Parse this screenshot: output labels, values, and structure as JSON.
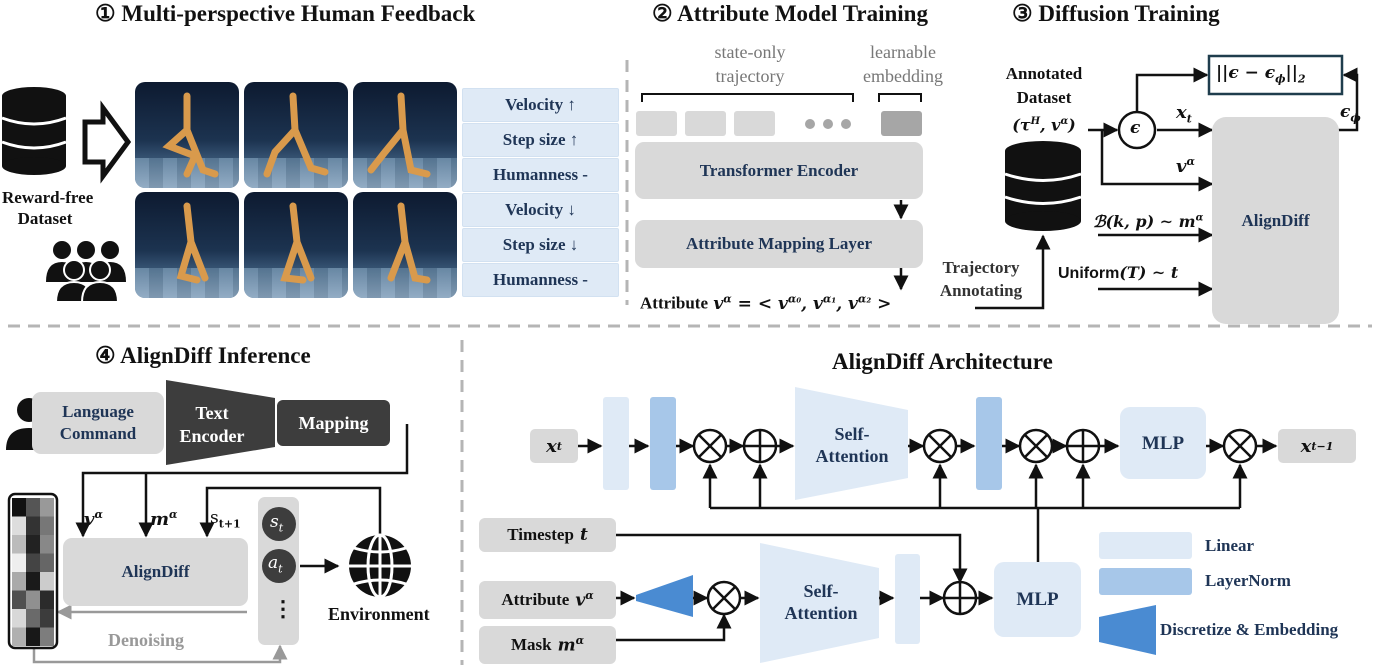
{
  "sections": {
    "s1": "① Multi-perspective Human Feedback",
    "s2": "② Attribute Model Training",
    "s3": "③ Diffusion Training",
    "s4": "④ AlignDiff Inference",
    "s5": "AlignDiff Architecture"
  },
  "feedback": {
    "dataset_label": [
      "Reward-free",
      "Dataset"
    ],
    "attributes": [
      "Velocity ↑",
      "Step size ↑",
      "Humanness -",
      "Velocity ↓",
      "Step size ↓",
      "Humanness -"
    ]
  },
  "attr_model": {
    "state_only": [
      "state-only",
      "trajectory"
    ],
    "learnable": [
      "learnable",
      "embedding"
    ],
    "encoder": "Transformer Encoder",
    "mapping": "Attribute Mapping Layer",
    "attribute_text": "Attribute"
  },
  "diffusion_training": {
    "dataset": [
      "Annotated",
      "Dataset"
    ],
    "trajectory_annotating": [
      "Trajectory",
      "Annotating"
    ],
    "model": "AlignDiff",
    "uniform_text": "Uniform"
  },
  "inference": {
    "language_command": [
      "Language",
      "Command"
    ],
    "text_encoder": [
      "Text",
      "Encoder"
    ],
    "mapping": "Mapping",
    "model": "AlignDiff",
    "denoising": "Denoising",
    "environment": "Environment",
    "dots": "⋮"
  },
  "architecture": {
    "self_attention": [
      "Self-",
      "Attention"
    ],
    "mlp": "MLP",
    "timestep": "Timestep",
    "attribute": "Attribute",
    "mask": "Mask"
  },
  "legend": {
    "linear": "Linear",
    "layernorm": "LayerNorm",
    "discretize": "Discretize & Embedding"
  },
  "colors": {
    "linear": "#dfeaf6",
    "layernorm": "#a7c7e9",
    "embedding": "#4a8bd2",
    "gray_box": "#d9d9d9",
    "dark_box": "#3d3d3d",
    "divider": "#b5b5b5"
  }
}
